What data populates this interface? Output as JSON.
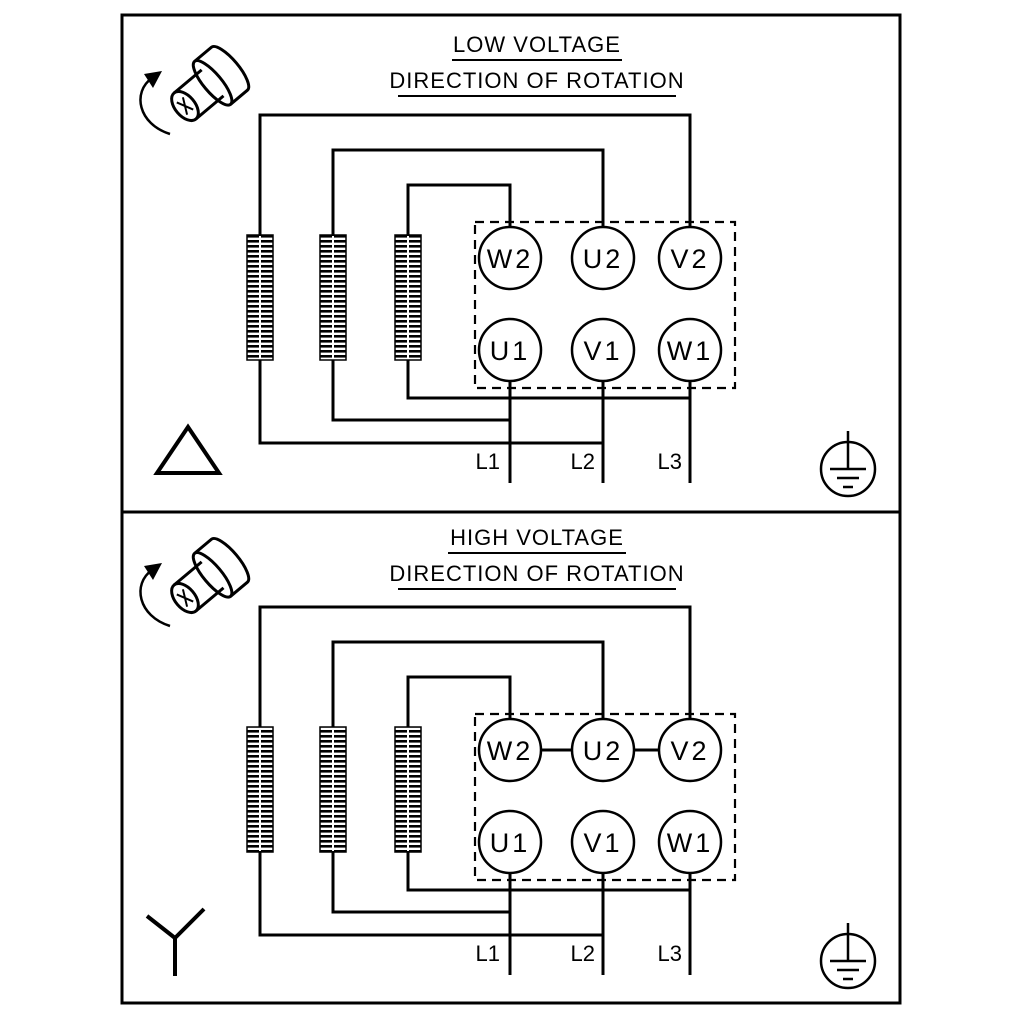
{
  "colors": {
    "line": "#000000",
    "background": "#ffffff"
  },
  "panels": {
    "low": {
      "title": "LOW VOLTAGE",
      "subtitle": "DIRECTION OF ROTATION",
      "connection": "delta",
      "terminals": {
        "w2": "W2",
        "u2": "U2",
        "v2": "V2",
        "u1": "U1",
        "v1": "V1",
        "w1": "W1"
      },
      "supply": {
        "l1": "L1",
        "l2": "L2",
        "l3": "L3"
      }
    },
    "high": {
      "title": "HIGH VOLTAGE",
      "subtitle": "DIRECTION OF ROTATION",
      "connection": "star",
      "terminals": {
        "w2": "W2",
        "u2": "U2",
        "v2": "V2",
        "u1": "U1",
        "v1": "V1",
        "w1": "W1"
      },
      "supply": {
        "l1": "L1",
        "l2": "L2",
        "l3": "L3"
      }
    }
  },
  "icons": {
    "rotation": "shaft-rotation-icon",
    "ground": "earth-ground-icon",
    "delta": "delta-connection-symbol",
    "star": "star-connection-symbol"
  }
}
